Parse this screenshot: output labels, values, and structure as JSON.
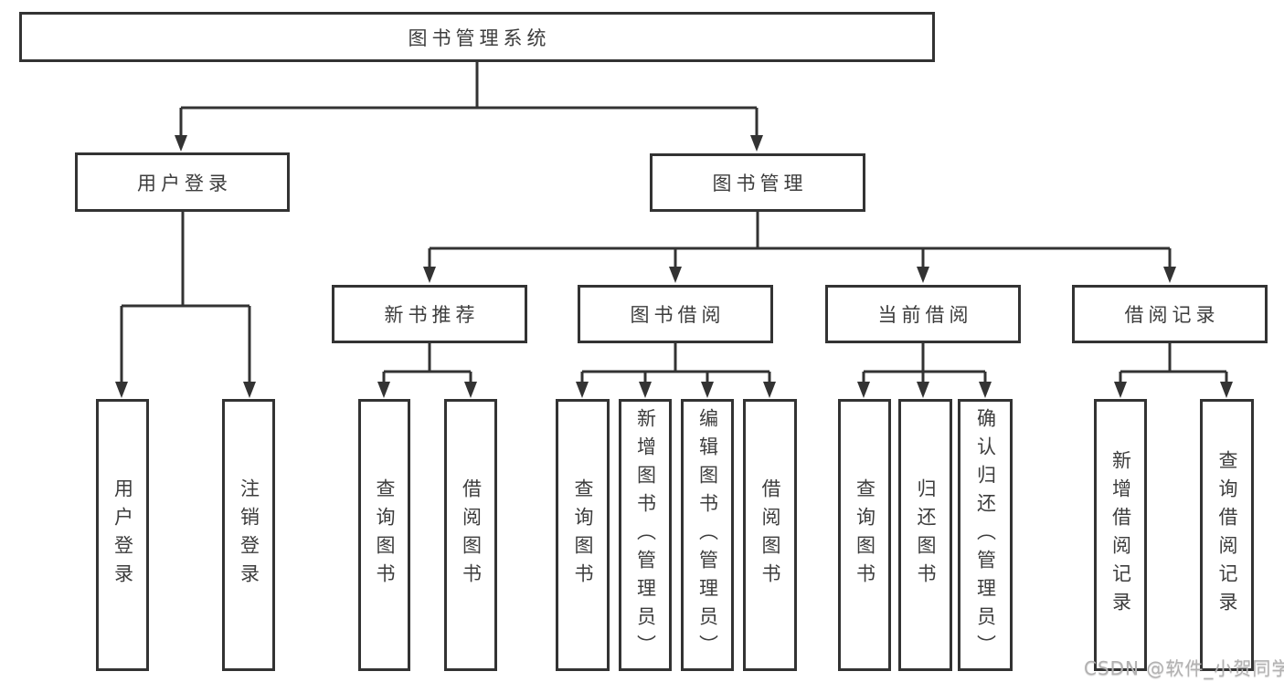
{
  "diagram_title": "图书管理系统",
  "colors": {
    "line": "#333333",
    "box_border": "#333333",
    "text": "#3d3d3d",
    "background": "#ffffff",
    "watermark": "#b2b1b1"
  },
  "tree": {
    "label": "图书管理系统",
    "children": [
      {
        "label": "用户登录",
        "children": [
          {
            "label": "用户登录"
          },
          {
            "label": "注销登录"
          }
        ]
      },
      {
        "label": "图书管理",
        "children": [
          {
            "label": "新书推荐",
            "children": [
              {
                "label": "查询图书"
              },
              {
                "label": "借阅图书"
              }
            ]
          },
          {
            "label": "图书借阅",
            "children": [
              {
                "label": "查询图书"
              },
              {
                "label": "新增图书（管理员）"
              },
              {
                "label": "编辑图书（管理员）"
              },
              {
                "label": "借阅图书"
              }
            ]
          },
          {
            "label": "当前借阅",
            "children": [
              {
                "label": "查询图书"
              },
              {
                "label": "归还图书"
              },
              {
                "label": "确认归还（管理员）"
              }
            ]
          },
          {
            "label": "借阅记录",
            "children": [
              {
                "label": "新增借阅记录"
              },
              {
                "label": "查询借阅记录"
              }
            ]
          }
        ]
      }
    ]
  },
  "watermark": {
    "text": "CSDN @软件_小贺同学"
  }
}
